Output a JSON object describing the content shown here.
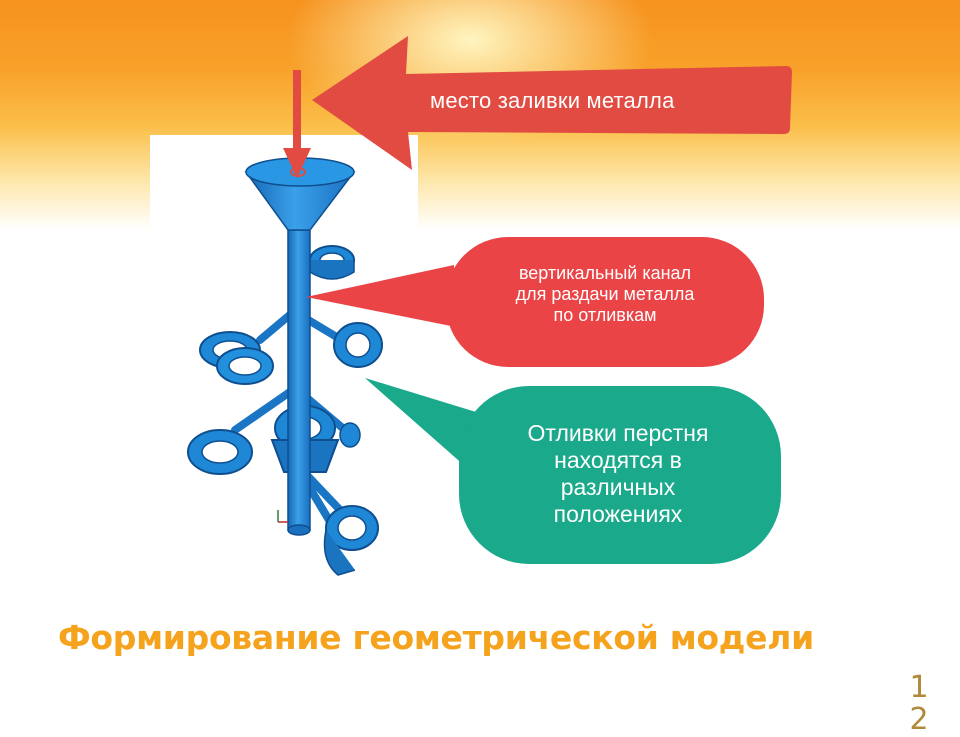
{
  "slide": {
    "arrow_label": "место заливки металла",
    "bubble_channel": [
      "вертикальный канал",
      "для раздачи металла",
      "по отливкам"
    ],
    "bubble_castings": [
      "Отливки перстня",
      "находятся в",
      "различных",
      "положениях"
    ],
    "title": "Формирование геометрической модели",
    "page_number": [
      "1",
      "2"
    ]
  },
  "colors": {
    "model_blue": "#1e88d6",
    "arrow_red": "#e14b42",
    "bubble_red": "#ea4447",
    "bubble_green": "#1aa98a",
    "title_orange": "#f5a21c"
  },
  "icons": {
    "pour_point_arrow": "arrow-down-icon",
    "callout_arrow": "arrow-left-icon"
  }
}
